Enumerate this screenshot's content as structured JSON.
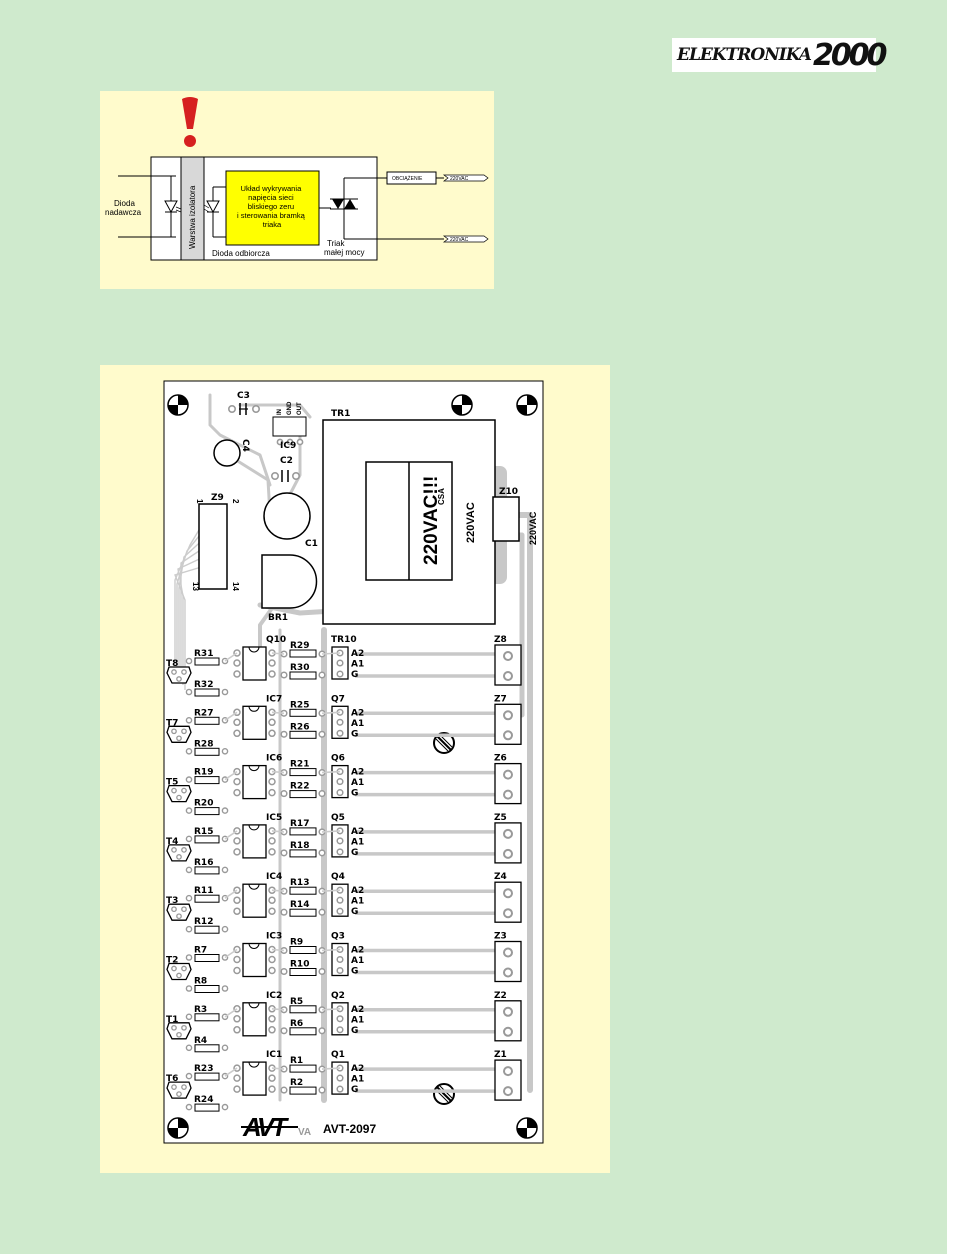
{
  "logo": {
    "word": "ELEKTRONIKA",
    "number": "2000"
  },
  "diagram": {
    "diode_transmitter": "Dioda\nnadawcza",
    "insulating_layer": "Warstwa izolatora",
    "receiver_diode": "Dioda odbiorcza",
    "zero_cross_block": "Układ wykrywania\nnapięcia sieci\nbliskiego zeru\ni sterowania bramką\ntriaka",
    "triac": "Triak\nmałej mocy",
    "load": "OBCIĄŻENIE",
    "voltage_top": "220VAC",
    "voltage_bottom": "220VAC",
    "colors": {
      "block": "#ffff00",
      "exclamation": "#d62020",
      "panel": "#fffbcc",
      "page": "#cfeacd"
    }
  },
  "pcb": {
    "board_code": "AVT-2097",
    "brand": "AVT",
    "brand_suffix": "VA",
    "transformer": "TR1",
    "transformer_primary": "220VAC!!!",
    "transformer_secondary": "220VAC",
    "transformer_tag": "CSA",
    "z10": "Z10",
    "z10_voltage": "220VAC",
    "c1": "C1",
    "c2": "C2",
    "c3": "C3",
    "c4": "C4",
    "ic9": "IC9",
    "ic9_pins": [
      "IN",
      "GND",
      "OUT"
    ],
    "br1": "BR1",
    "z9": "Z9",
    "z9_pins": [
      "1",
      "2",
      "13",
      "14"
    ],
    "triac_pins": [
      "A2",
      "A1",
      "G"
    ],
    "rows": [
      {
        "ic": "Q10",
        "triac": "TR10",
        "ra": "R29",
        "rb": "R30",
        "z": "Z8",
        "t": "T8",
        "rl1": "R31",
        "rl2": "R32"
      },
      {
        "ic": "IC7",
        "triac": "Q7",
        "ra": "R25",
        "rb": "R26",
        "z": "Z7",
        "t": "T7",
        "rl1": "R27",
        "rl2": "R28"
      },
      {
        "ic": "IC6",
        "triac": "Q6",
        "ra": "R21",
        "rb": "R22",
        "z": "Z6",
        "t": "T5",
        "rl1": "R19",
        "rl2": "R20"
      },
      {
        "ic": "IC5",
        "triac": "Q5",
        "ra": "R17",
        "rb": "R18",
        "z": "Z5",
        "t": "T4",
        "rl1": "R15",
        "rl2": "R16"
      },
      {
        "ic": "IC4",
        "triac": "Q4",
        "ra": "R13",
        "rb": "R14",
        "z": "Z4",
        "t": "T3",
        "rl1": "R11",
        "rl2": "R12"
      },
      {
        "ic": "IC3",
        "triac": "Q3",
        "ra": "R9",
        "rb": "R10",
        "z": "Z3",
        "t": "T2",
        "rl1": "R7",
        "rl2": "R8"
      },
      {
        "ic": "IC2",
        "triac": "Q2",
        "ra": "R5",
        "rb": "R6",
        "z": "Z2",
        "t": "T1",
        "rl1": "R3",
        "rl2": "R4"
      },
      {
        "ic": "IC1",
        "triac": "Q1",
        "ra": "R1",
        "rb": "R2",
        "z": "Z1",
        "t": "T6",
        "rl1": "R23",
        "rl2": "R24"
      }
    ]
  }
}
